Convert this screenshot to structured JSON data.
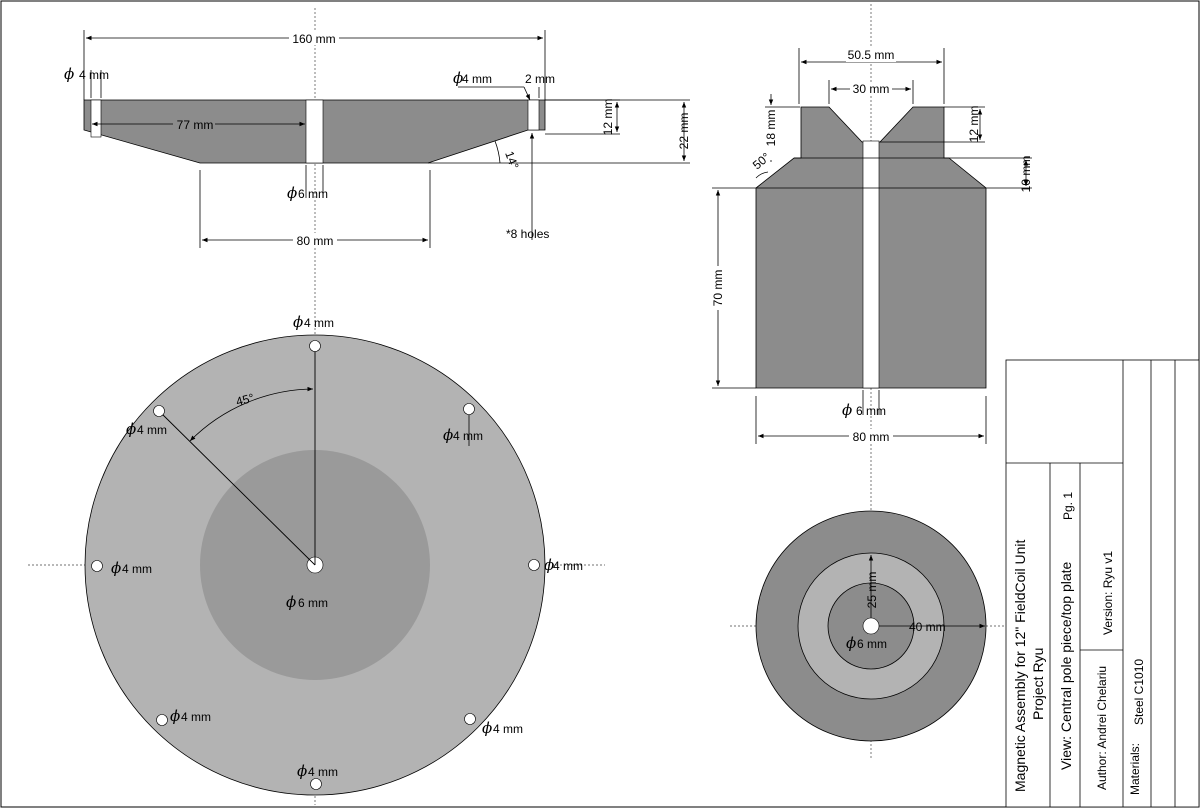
{
  "plate_side": {
    "overall_width": "160 mm",
    "outer_hole": "4 mm",
    "inner_length": "77 mm",
    "hole_dia_right": "4 mm",
    "right_width": "2 mm",
    "top_thickness": "12 mm",
    "total_thickness": "22 mm",
    "angle": "14°",
    "center_hole": "6 mm",
    "bottom_width": "80 mm",
    "holes_note": "*8 holes"
  },
  "plate_top": {
    "hole_labels": [
      "4 mm",
      "4 mm",
      "4 mm",
      "4 mm",
      "4 mm",
      "4 mm",
      "4 mm",
      "4 mm"
    ],
    "center_hole": "6 mm",
    "angle": "45°"
  },
  "pole_side": {
    "top_width": "50.5 mm",
    "inner_width": "30 mm",
    "left_height": "18 mm",
    "right_height": "12 mm",
    "angle": "50°",
    "step_height": "10 mm",
    "body_height": "70 mm",
    "bore": "6 mm",
    "base_width": "80 mm"
  },
  "pole_top": {
    "radius_inner": "25 mm",
    "radius_outer": "40 mm",
    "center_hole": "6 mm"
  },
  "title_block": {
    "title_line1": "Magnetic Assembly for 12\" FieldCoil Unit",
    "title_line2": "Project Ryu",
    "view": "View: Central pole piece/top plate",
    "page": "Pg. 1",
    "author": "Author: Andrei Chelariu",
    "version": "Version: Ryu v1",
    "materials_label": "Materials:",
    "materials_value": "Steel C1010"
  },
  "symbols": {
    "diameter": "ϕ"
  },
  "colors": {
    "plate": "#b3b3b3",
    "part_dark": "#8c8c8c",
    "part_mid": "#9a9a9a",
    "hole": "#ffffff"
  }
}
